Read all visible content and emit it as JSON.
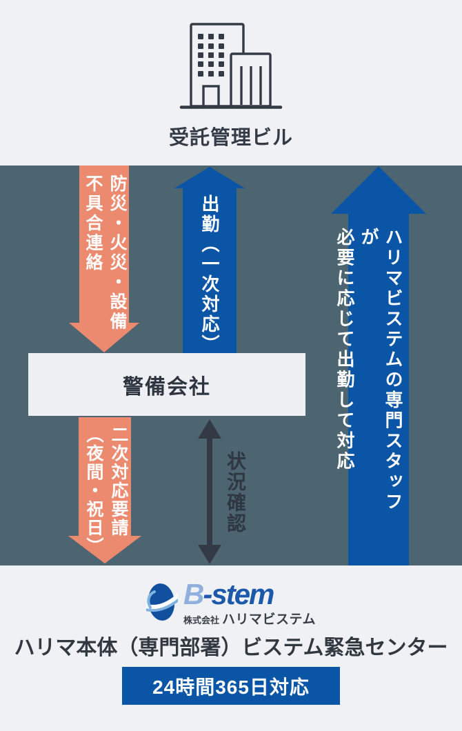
{
  "colors": {
    "background_light": "#eff1f4",
    "background_dark": "#4d6571",
    "arrow_salmon": "#ec8a70",
    "arrow_blue": "#0b55a7",
    "arrow_dark": "#333a45",
    "badge_blue": "#0b55a7",
    "text_dark": "#32383f",
    "logo_blue_light": "#8fb0dc",
    "logo_blue_dark": "#1d59ab"
  },
  "top": {
    "building_label": "受託管理ビル"
  },
  "flow": {
    "report_arrow": {
      "line1": "防災・火災・設備",
      "line2": "不具合連絡"
    },
    "dispatch_arrow": {
      "text": "出勤（一次対応）"
    },
    "security_box": {
      "label": "警備会社"
    },
    "secondary_arrow": {
      "line1": "二次対応要請",
      "line2": "（夜間・祝日）"
    },
    "status_check": {
      "label": "状況確認"
    },
    "harima_arrow": {
      "line1": "ハリマビステムの専門スタッフが",
      "line2": "必要に応じて出勤して対応"
    }
  },
  "bottom": {
    "logo": {
      "brand_b": "B",
      "brand_rest": "-stem",
      "company_prefix": "株式会社",
      "company_name": "ハリマビステム"
    },
    "heading": "ハリマ本体（専門部署）ビステム緊急センター",
    "badge_label": "24時間365日対応"
  }
}
